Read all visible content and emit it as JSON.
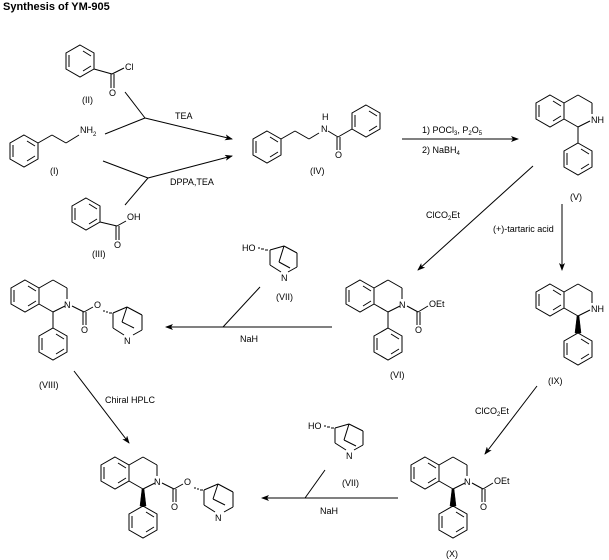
{
  "title": "Synthesis of YM-905",
  "compounds": {
    "I": {
      "label": "(I)",
      "atoms": [
        "NH2"
      ]
    },
    "II": {
      "label": "(II)",
      "atoms": [
        "Cl",
        "O"
      ]
    },
    "III": {
      "label": "(III)",
      "atoms": [
        "OH",
        "O"
      ]
    },
    "IV": {
      "label": "(IV)",
      "atoms": [
        "H",
        "N",
        "O"
      ]
    },
    "V": {
      "label": "(V)",
      "atoms": [
        "NH"
      ]
    },
    "VI": {
      "label": "(VI)",
      "atoms": [
        "N",
        "OEt",
        "O"
      ]
    },
    "VII": {
      "label": "(VII)",
      "atoms": [
        "HO",
        "N"
      ]
    },
    "VIII": {
      "label": "(VIII)",
      "atoms": [
        "N",
        "O",
        "O",
        "N"
      ]
    },
    "IX": {
      "label": "(IX)",
      "atoms": [
        "NH"
      ]
    },
    "X": {
      "label": "(X)",
      "atoms": [
        "N",
        "OEt",
        "O"
      ]
    },
    "final": {
      "label": "",
      "atoms": [
        "N",
        "O",
        "O",
        "N"
      ]
    }
  },
  "reagents": {
    "tea": "TEA",
    "dppa_tea": "DPPA,TEA",
    "step1": "1) POCl",
    "step1_sub1": "3",
    "step1_mid": ", P",
    "step1_sub2": "2",
    "step1_o": "O",
    "step1_sub3": "5",
    "step2": "2) NaBH",
    "step2_sub": "4",
    "clco2et_a": "ClCO",
    "clco2et_sub": "2",
    "clco2et_b": "Et",
    "tartaric": "(+)-tartaric acid",
    "nah": "NaH",
    "chiral_hplc": "Chiral HPLC"
  }
}
